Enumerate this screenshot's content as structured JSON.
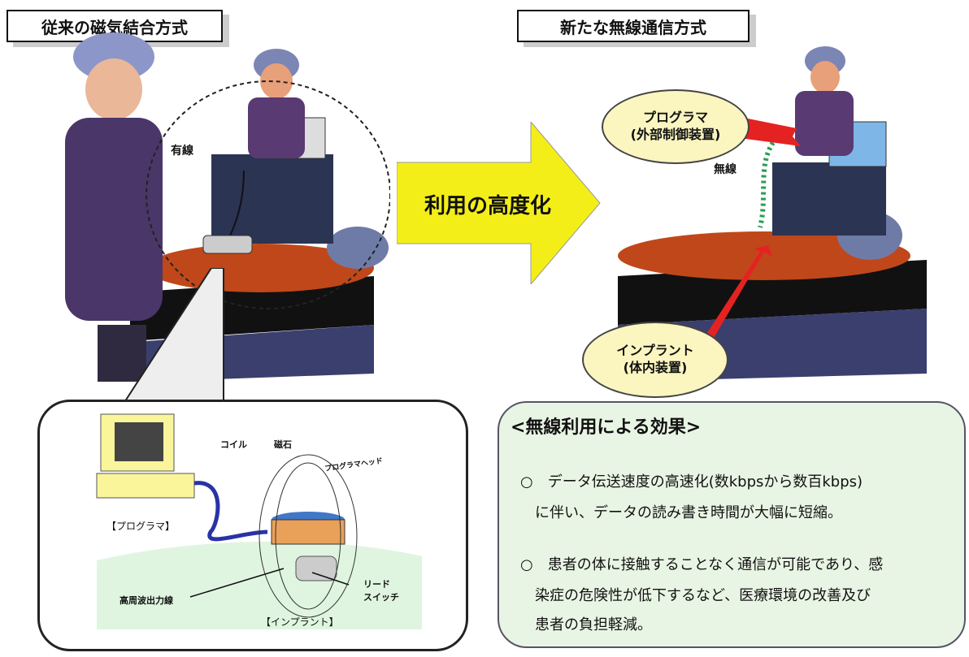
{
  "left_title": "従来の磁気結合方式",
  "right_title": "新たな無線通信方式",
  "wired_label": "有線",
  "wireless_label": "無線",
  "arrow_text": "利用の高度化",
  "programmer_oval": {
    "line1": "プログラマ",
    "line2": "(外部制御装置)"
  },
  "implant_oval": {
    "line1": "インプラント",
    "line2": "(体内装置)"
  },
  "detail": {
    "coil": "コイル",
    "magnet": "磁石",
    "programmer_head": "プログラマヘッド",
    "programmer_caption": "【プログラマ】",
    "hf_output": "高周波出力線",
    "reed_switch_line1": "リード",
    "reed_switch_line2": "スイッチ",
    "implant_caption": "【インプラント】"
  },
  "effects": {
    "title": "<無線利用による効果>",
    "item1_line1": "○　データ伝送速度の高速化(数kbpsから数百kbps)",
    "item1_line2": "に伴い、データの読み書き時間が大幅に短縮。",
    "item2_line1": "○　患者の体に接触することなく通信が可能であり、感",
    "item2_line2": "染症の危険性が低下するなど、医療環境の改善及び",
    "item2_line3": "患者の負担軽減。"
  }
}
